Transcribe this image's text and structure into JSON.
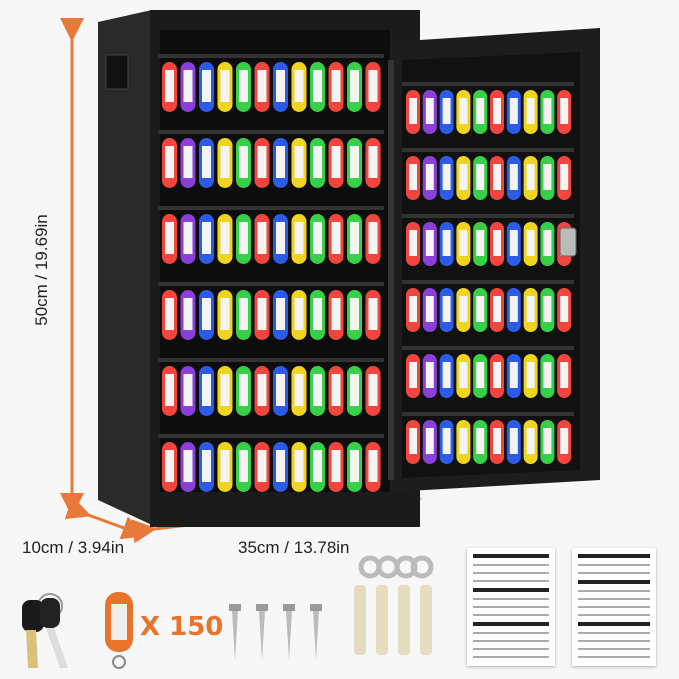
{
  "dimensions": {
    "height_label": "50cm / 19.69in",
    "depth_label": "10cm / 3.94in",
    "width_label": "35cm / 13.78in",
    "arrow_color": "#e8793a"
  },
  "accessories": {
    "tag_count_label": "X 150",
    "items": [
      "keys",
      "key-tag",
      "screws",
      "washers",
      "wall-anchors",
      "manual"
    ]
  },
  "cabinet": {
    "body_color": "#1b1b1b",
    "tag_colors": [
      "#f2453d",
      "#8a3fd8",
      "#2c5be8",
      "#f0d520",
      "#39d049",
      "#f2453d",
      "#2c5be8",
      "#f0d520",
      "#39d049",
      "#f2453d",
      "#39d049",
      "#f2453d"
    ]
  }
}
